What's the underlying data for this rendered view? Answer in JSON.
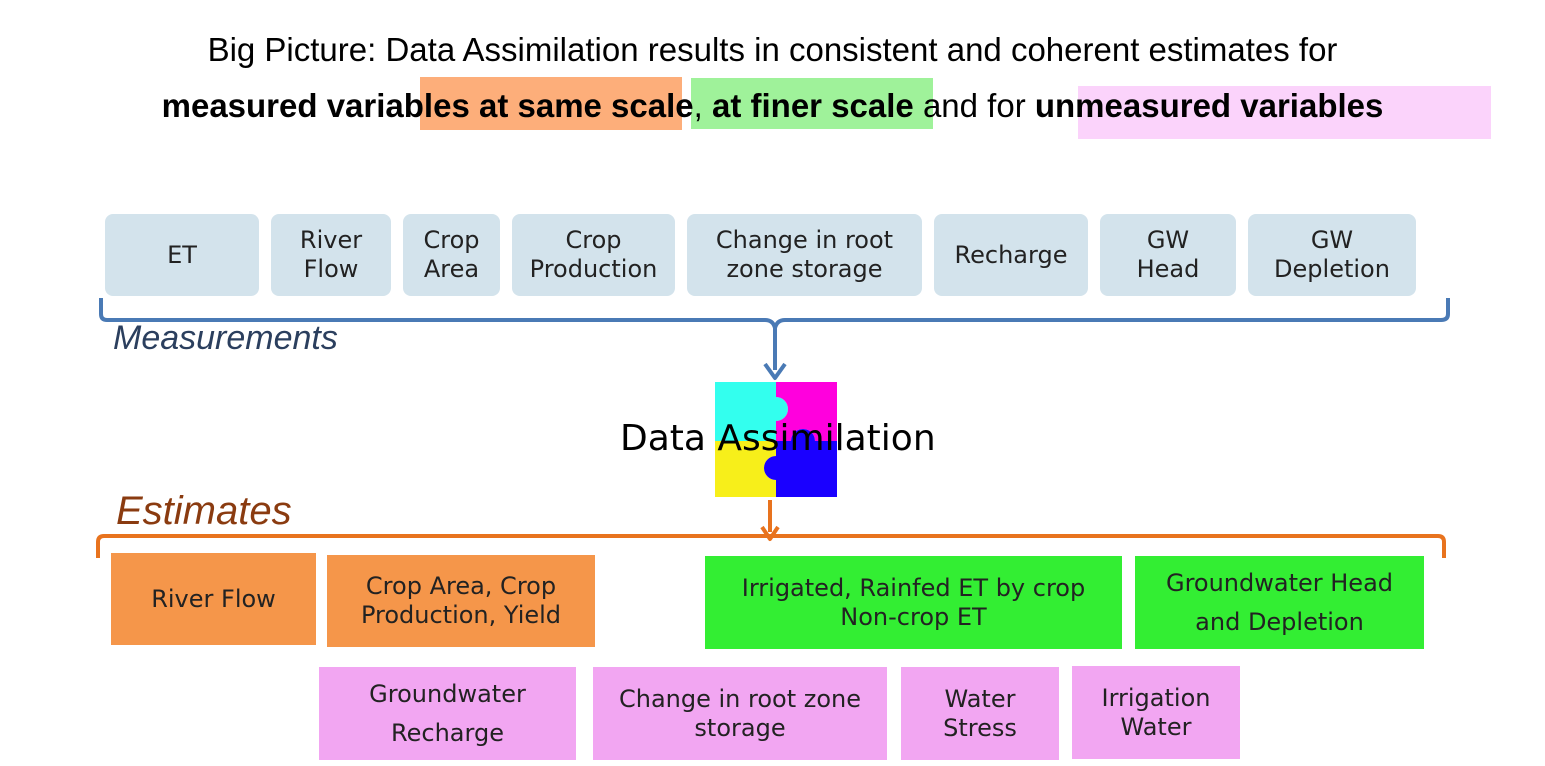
{
  "title": {
    "line1": "Big Picture: Data Assimilation results in consistent and coherent estimates for",
    "line2_part1": "measured variables",
    "line2_part2": " at same scale",
    "line2_part3": ", ",
    "line2_part4": "at finer scale",
    "line2_part5": " and for ",
    "line2_part6": "unmeasured variables"
  },
  "measurements": {
    "label": "Measurements",
    "items": [
      {
        "text": "ET"
      },
      {
        "text": "River\nFlow"
      },
      {
        "text": "Crop\nArea"
      },
      {
        "text": "Crop\nProduction"
      },
      {
        "text": "Change in root\nzone storage"
      },
      {
        "text": "Recharge"
      },
      {
        "text": "GW\nHead"
      },
      {
        "text": "GW\nDepletion"
      }
    ]
  },
  "center": {
    "label": "Data Assimilation",
    "puzzle_colors": [
      "#33ffee",
      "#ff00dd",
      "#f7ef1a",
      "#1a00ff"
    ]
  },
  "estimates": {
    "label": "Estimates",
    "same_scale": [
      {
        "text": "River Flow"
      },
      {
        "text": "Crop Area, Crop\nProduction, Yield"
      }
    ],
    "finer_scale": [
      {
        "text": "Irrigated, Rainfed ET by crop\nNon-crop ET"
      },
      {
        "text": "Groundwater Head\nand Depletion"
      }
    ],
    "unmeasured": [
      {
        "text": "Groundwater\nRecharge"
      },
      {
        "text": "Change in root zone\nstorage"
      },
      {
        "text": "Water\nStress"
      },
      {
        "text": "Irrigation\nWater"
      }
    ]
  },
  "colors": {
    "measurement_box": "#d3e3ec",
    "same_scale": "#f5964a",
    "finer_scale": "#33ee33",
    "unmeasured": "#f2a6f2",
    "measurement_bracket": "#4a7ab5",
    "estimate_bracket": "#e8731e"
  }
}
